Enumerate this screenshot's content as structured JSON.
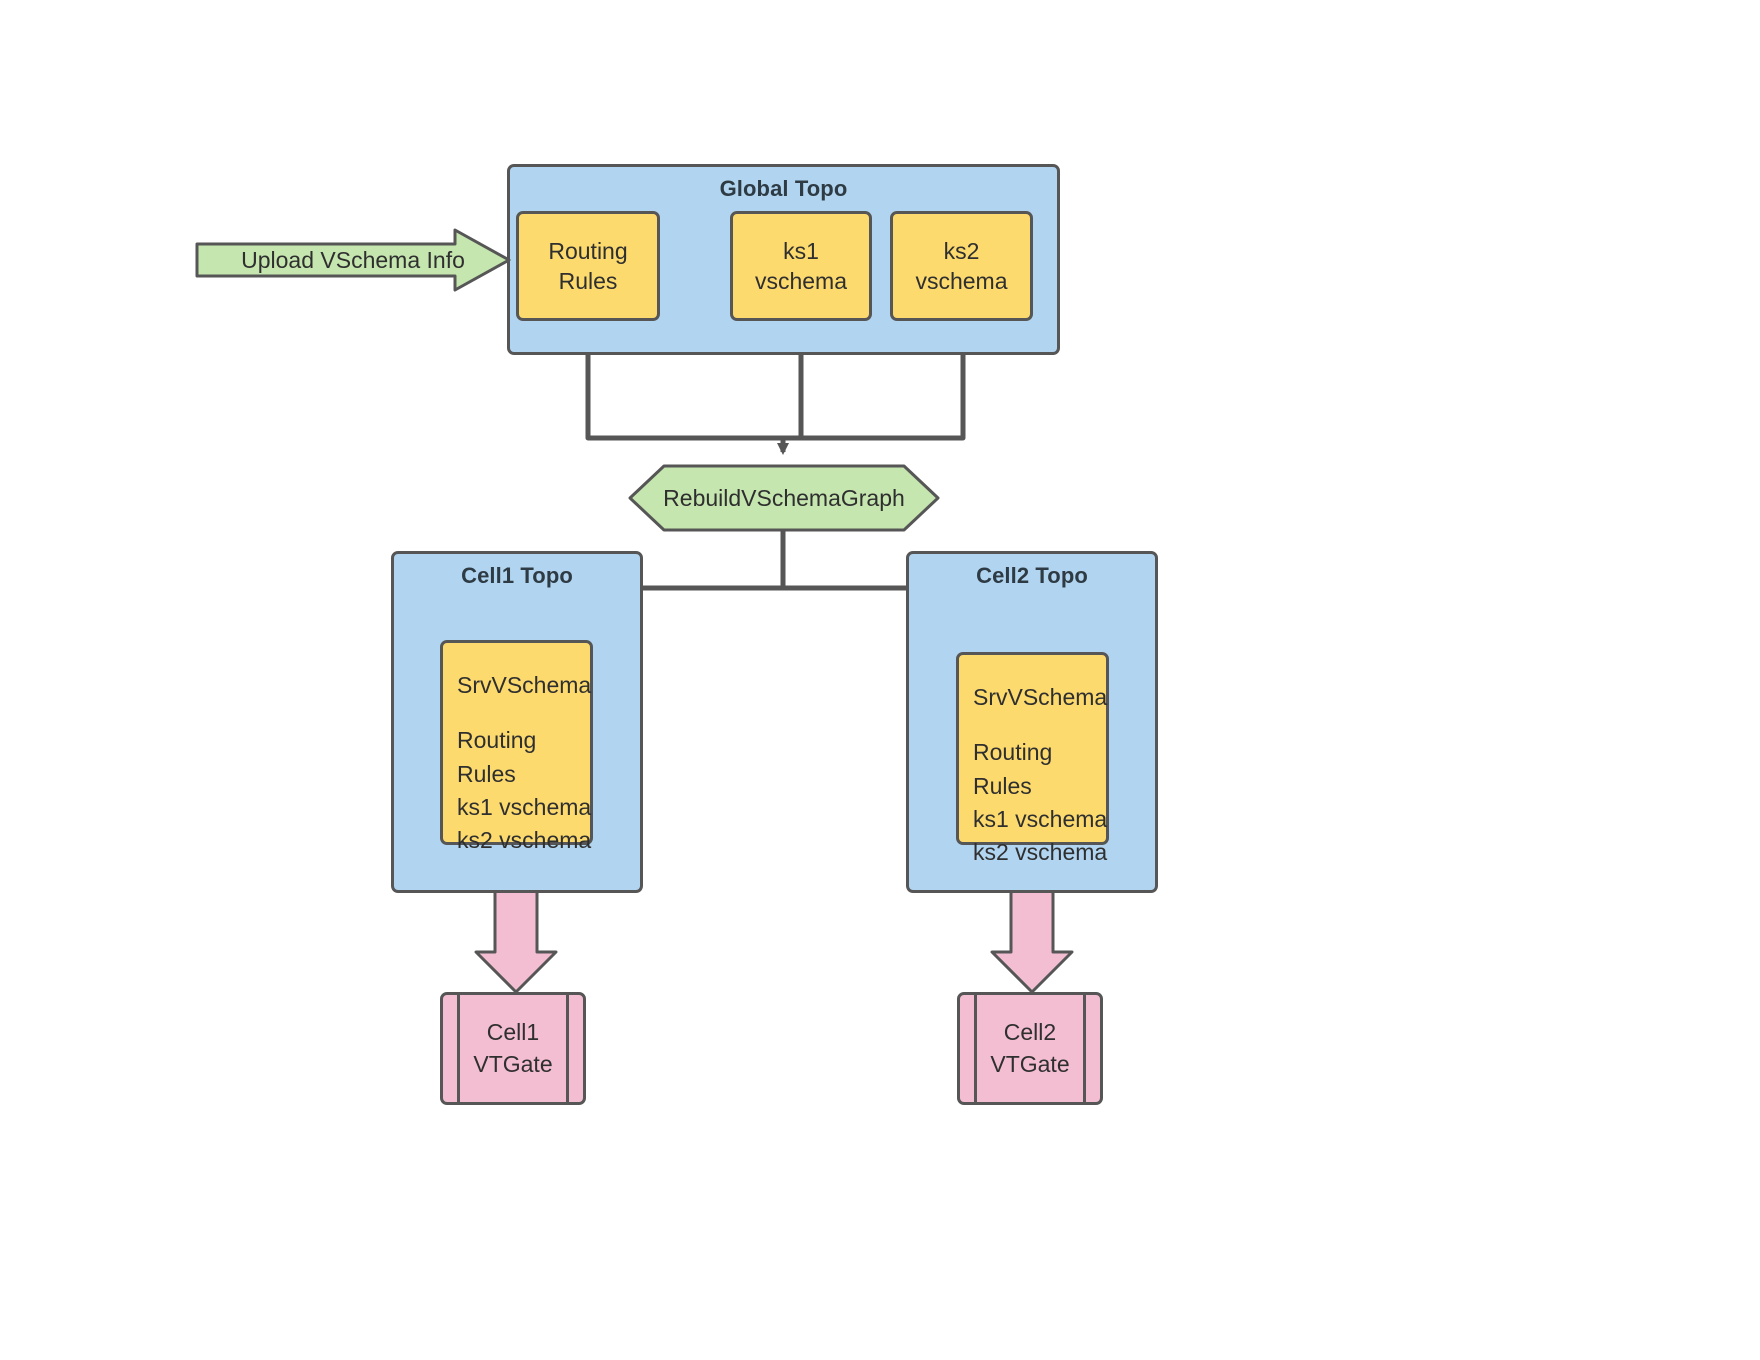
{
  "diagram": {
    "title": "VSchema rebuild topology flow",
    "colors": {
      "topo_group_fill": "#b1d5f0",
      "data_node_fill": "#fcda6e",
      "process_fill": "#c5e6af",
      "vtgate_fill": "#f3bed2",
      "stroke": "#565656",
      "text": "#2f2f2f",
      "background": "#ffffff"
    }
  },
  "global_topo": {
    "title": "Global Topo",
    "nodes": [
      {
        "id": "routing-rules",
        "label_line1": "Routing",
        "label_line2": "Rules"
      },
      {
        "id": "ks1-vschema",
        "label_line1": "ks1",
        "label_line2": "vschema"
      },
      {
        "id": "ks2-vschema",
        "label_line1": "ks2",
        "label_line2": "vschema"
      }
    ]
  },
  "upload_arrow": {
    "label": "Upload VSchema Info"
  },
  "rebuild_process": {
    "label": "RebuildVSchemaGraph"
  },
  "cells": [
    {
      "id": "cell1",
      "title": "Cell1 Topo",
      "srv_vschema": {
        "heading": "SrvVSchema",
        "items": [
          "Routing Rules",
          "ks1 vschema",
          "ks2 vschema"
        ]
      },
      "vtgate": {
        "label_line1": "Cell1",
        "label_line2": "VTGate"
      }
    },
    {
      "id": "cell2",
      "title": "Cell2 Topo",
      "srv_vschema": {
        "heading": "SrvVSchema",
        "items": [
          "Routing Rules",
          "ks1 vschema",
          "ks2 vschema"
        ]
      },
      "vtgate": {
        "label_line1": "Cell2",
        "label_line2": "VTGate"
      }
    }
  ]
}
